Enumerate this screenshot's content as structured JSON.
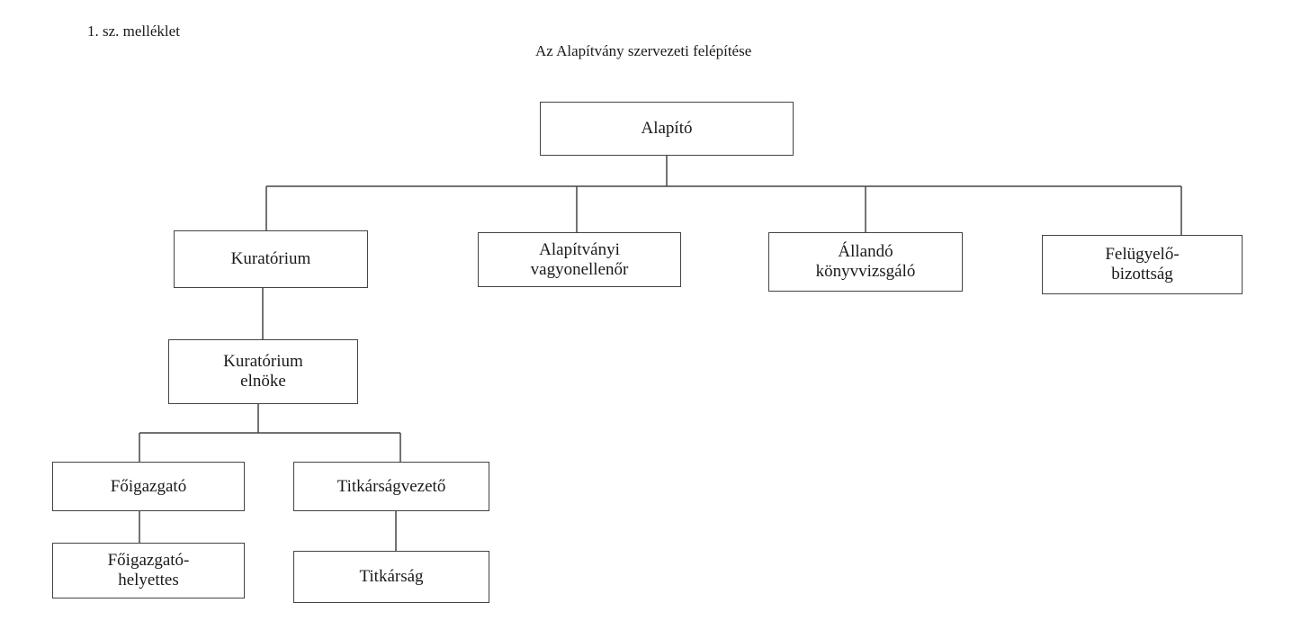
{
  "header": {
    "annex": "1.  sz.  melléklet",
    "title": "Az Alapítvány szervezeti felépítése"
  },
  "nodes": {
    "founder": [
      "Alapító"
    ],
    "board": [
      "Kuratórium"
    ],
    "asset_auditor": [
      "Alapítványi",
      "vagyonellenőr"
    ],
    "permanent_auditor": [
      "Állandó",
      "könyvvizsgáló"
    ],
    "supervisory_board": [
      "Felügyelő-",
      "bizottság"
    ],
    "board_chair": [
      "Kuratórium",
      "elnöke"
    ],
    "director_general": [
      "Főigazgató"
    ],
    "secretariat_head": [
      "Titkárságvezető"
    ],
    "deputy_director_general": [
      "Főigazgató-",
      "helyettes"
    ],
    "secretariat": [
      "Titkárság"
    ]
  }
}
